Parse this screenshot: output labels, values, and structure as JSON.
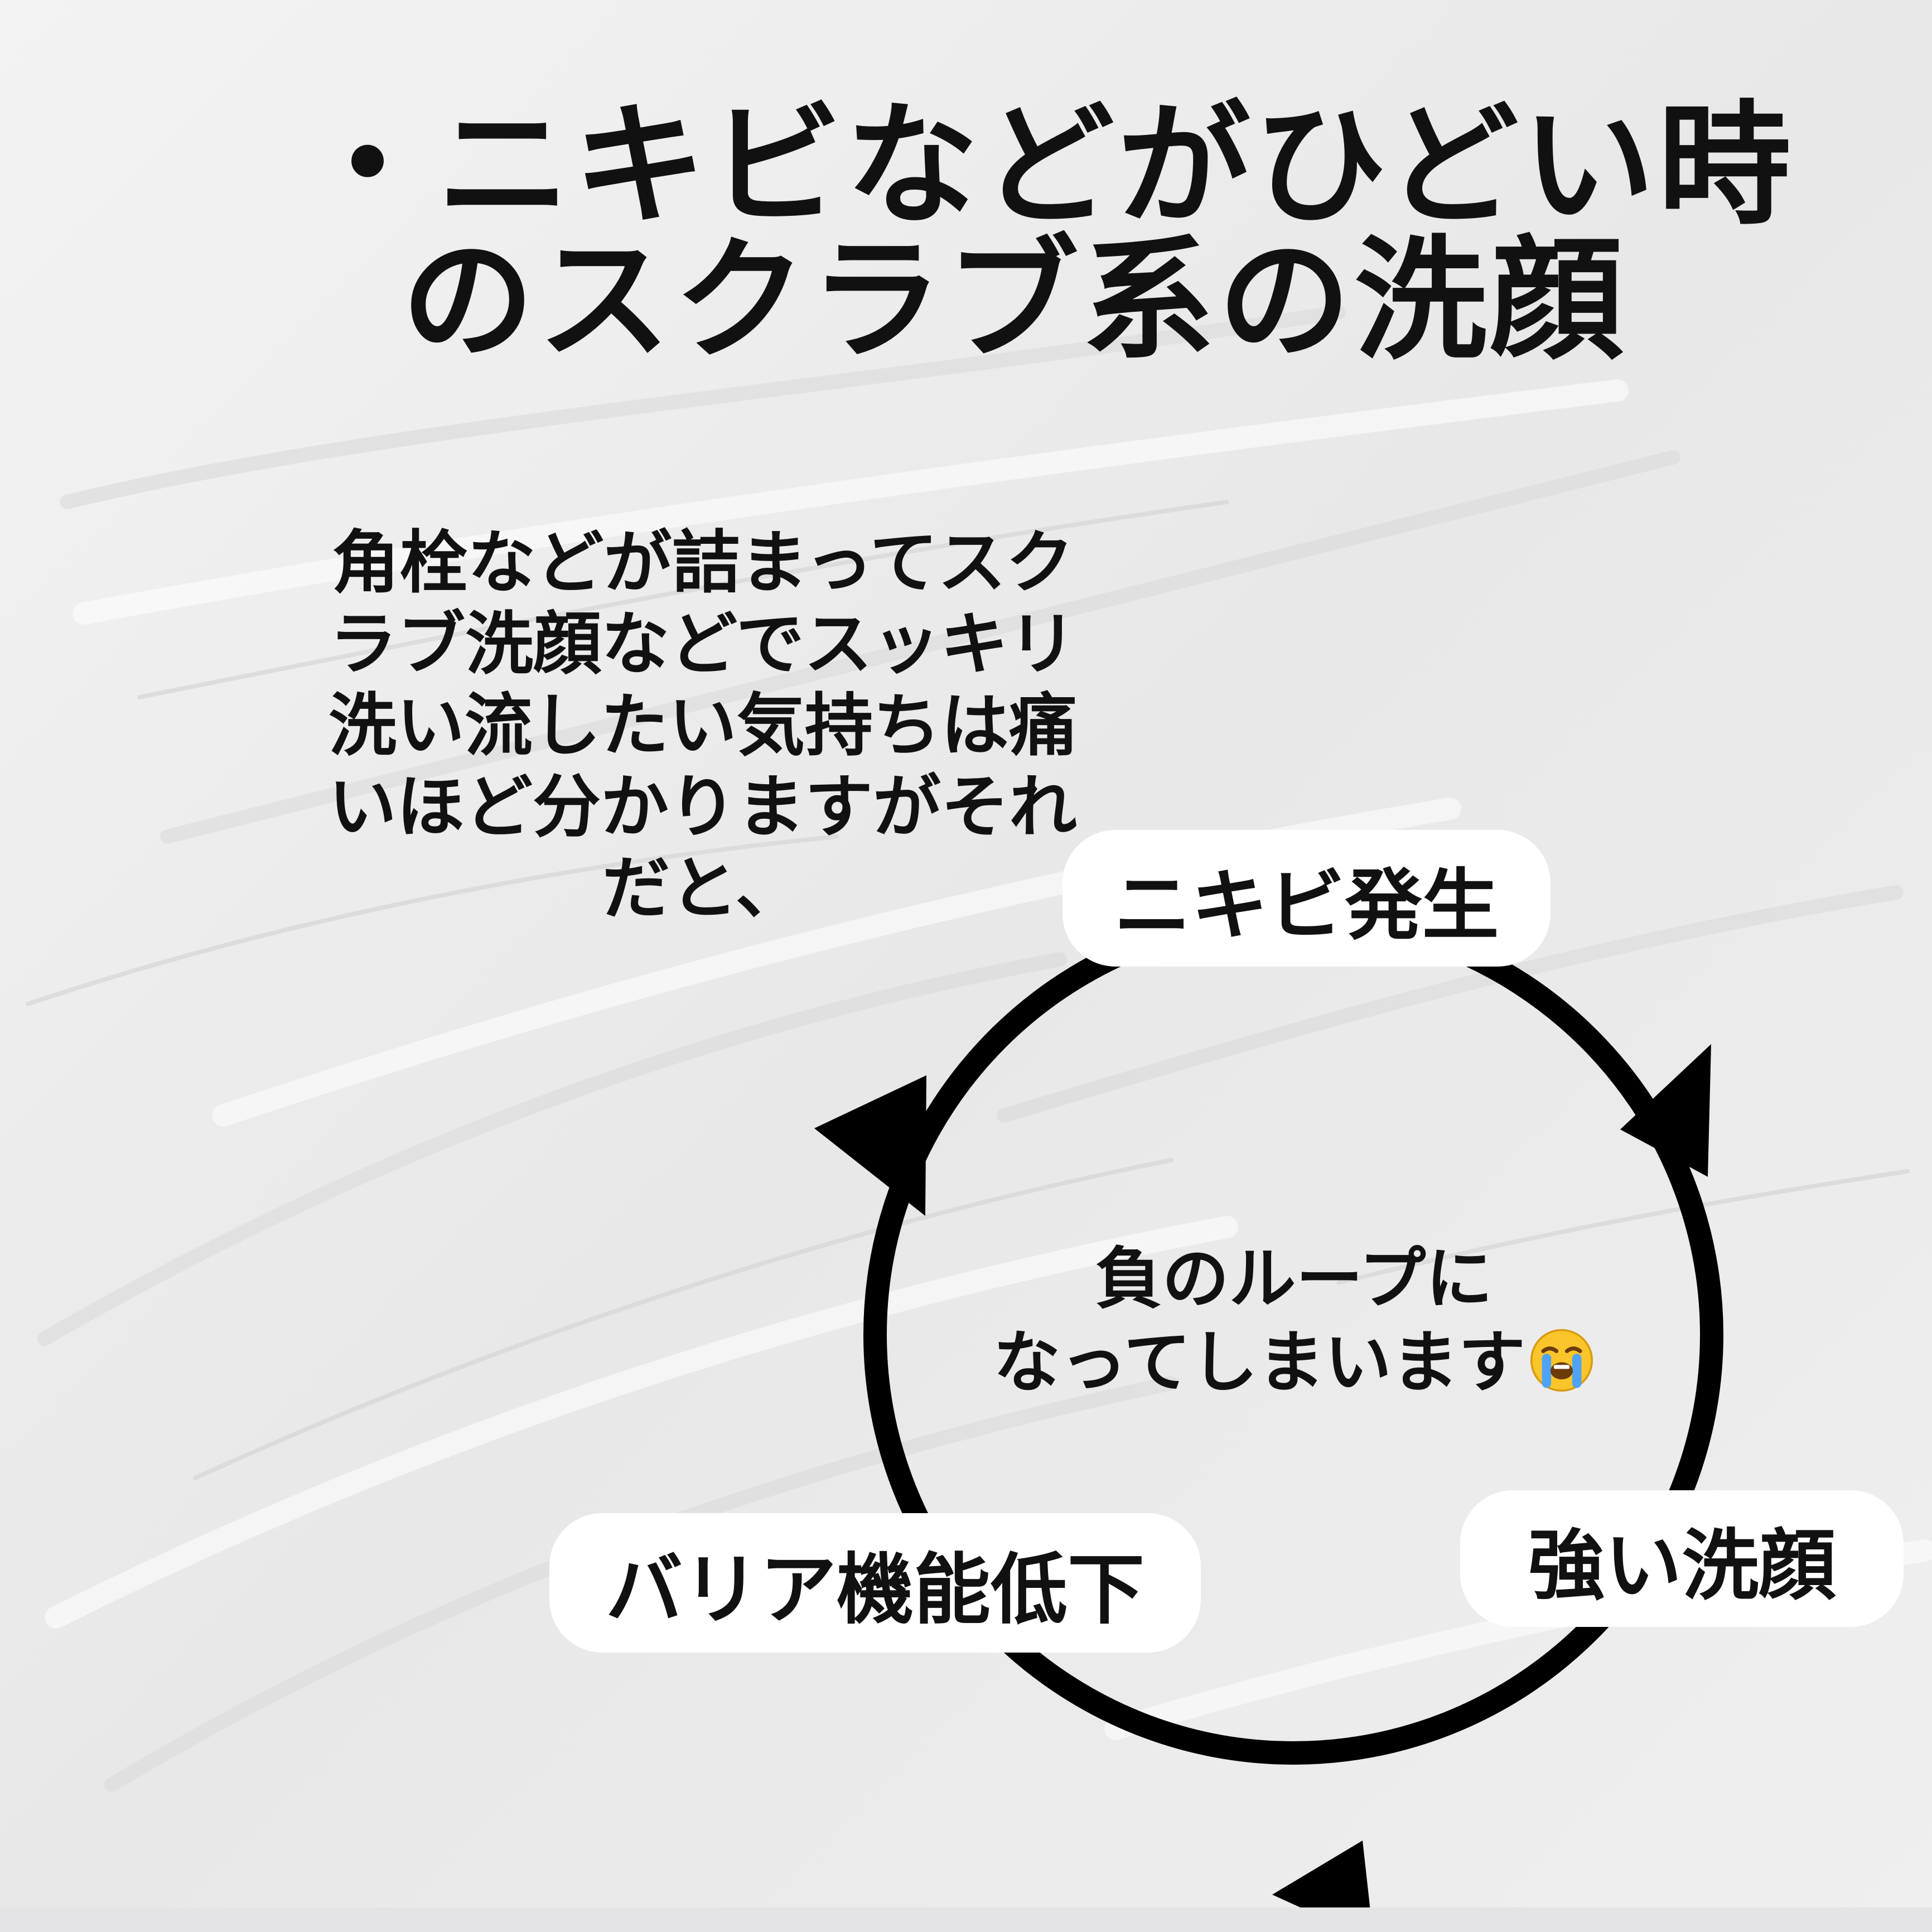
{
  "title": {
    "line1": "・ニキビなどがひどい時",
    "line2": "のスクラブ系の洗顔"
  },
  "body_lines": [
    "角栓などが詰まってスク",
    "ラブ洗顔などでスッキリ",
    "洗い流したい気持ちは痛",
    "いほど分かりますがそれ",
    "だと、"
  ],
  "cycle": {
    "nodes": [
      {
        "label": "ニキビ発生"
      },
      {
        "label": "強い洗顔"
      },
      {
        "label": "バリア機能低下"
      }
    ],
    "center_lines": [
      "負のループに",
      "なってしまいます"
    ],
    "emoji": "loudly-crying-face-emoji",
    "direction": "clockwise",
    "stroke_color": "#000000",
    "node_color": "#ffffff"
  },
  "colors": {
    "background": "#ececec",
    "text": "#111111"
  }
}
